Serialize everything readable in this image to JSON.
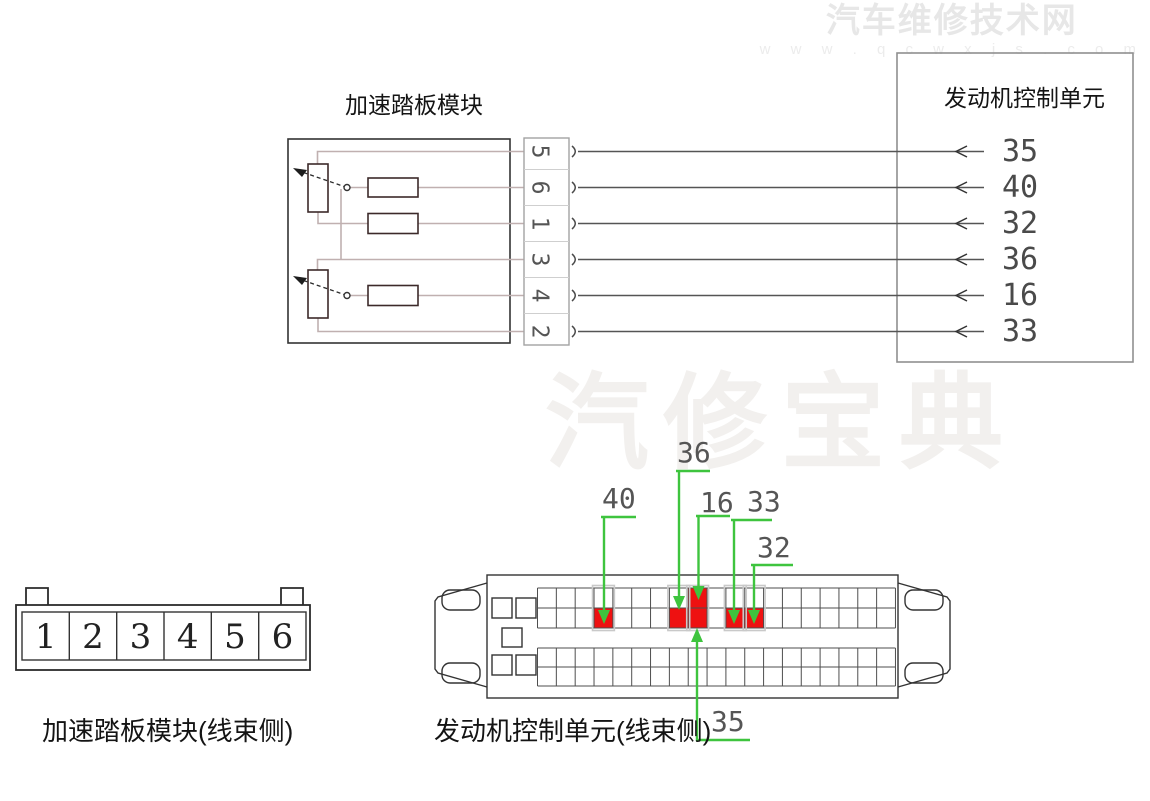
{
  "site_watermark": {
    "name": "汽车维修技术网",
    "url": "w w w . q c w x j s . c o m"
  },
  "center_watermark": "汽修宝典",
  "pedal_module": {
    "title": "加速踏板模块",
    "connector_pins": [
      "5",
      "6",
      "1",
      "3",
      "4",
      "2"
    ]
  },
  "ecu_module": {
    "title": "发动机控制单元",
    "pins": [
      "35",
      "40",
      "32",
      "36",
      "16",
      "33"
    ]
  },
  "pedal_connector_view": {
    "label": "加速踏板模块(线束侧)",
    "pins": [
      "1",
      "2",
      "3",
      "4",
      "5",
      "6"
    ]
  },
  "ecu_connector_view": {
    "label": "发动机控制单元(线束侧)",
    "grid": {
      "cols": 19,
      "rows": 2
    },
    "highlighted_pins": [
      {
        "pin": "40",
        "col": 3,
        "row": 1
      },
      {
        "pin": "36",
        "col": 7,
        "row": 1
      },
      {
        "pin": "16",
        "col": 8,
        "row": 0
      },
      {
        "pin": "35",
        "col": 8,
        "row": 1
      },
      {
        "pin": "33",
        "col": 10,
        "row": 1
      },
      {
        "pin": "32",
        "col": 11,
        "row": 1
      }
    ],
    "callouts": {
      "c40": "40",
      "c36": "36",
      "c16": "16",
      "c33": "33",
      "c32": "32",
      "c35": "35"
    }
  },
  "colors": {
    "highlight_red": "#ee1111",
    "callout_green": "#3ec43e"
  }
}
